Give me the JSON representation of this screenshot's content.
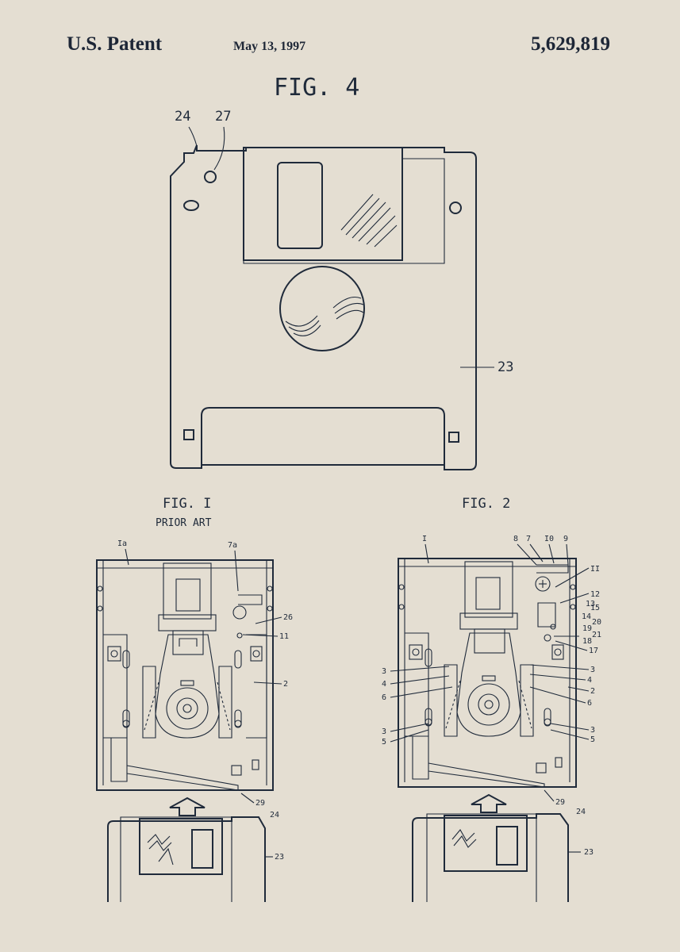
{
  "header": {
    "left": "U.S. Patent",
    "date": "May 13, 1997",
    "number": "5,629,819"
  },
  "fig4": {
    "title": "FIG. 4",
    "labels": {
      "l24": "24",
      "l27": "27",
      "l23": "23"
    }
  },
  "fig1": {
    "title": "FIG. I",
    "subtitle": "PRIOR ART",
    "labels": {
      "l1a": "Ia",
      "l7a": "7a",
      "l26": "26",
      "l11": "11",
      "l2": "2",
      "l29": "29",
      "l24": "24",
      "l23": "23"
    }
  },
  "fig2": {
    "title": "FIG. 2",
    "labels": {
      "l1": "I",
      "l8": "8",
      "l7": "7",
      "l10": "I0",
      "l9": "9",
      "l11": "II",
      "l12": "12",
      "l13": "13",
      "l15": "15",
      "l14": "14",
      "l20": "20",
      "l19": "19",
      "l21": "21",
      "l18": "18",
      "l17": "17",
      "r3a": "3",
      "r4": "4",
      "r2": "2",
      "r6": "6",
      "r3b": "3",
      "r5": "5",
      "lf3a": "3",
      "lf4": "4",
      "lf6": "6",
      "lf3b": "3",
      "lf5": "5",
      "l29": "29",
      "l24": "24",
      "l23": "23"
    }
  }
}
